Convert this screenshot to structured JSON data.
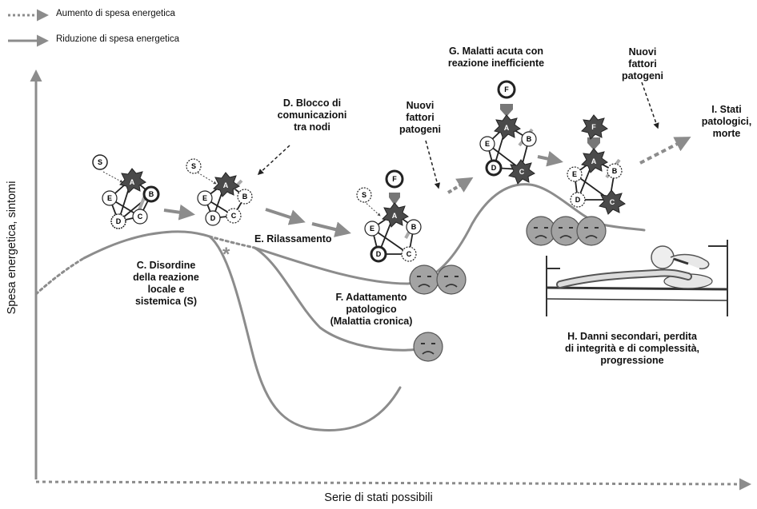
{
  "legend": {
    "increase": "Aumento di spesa energetica",
    "decrease": "Riduzione di spesa energetica"
  },
  "axes": {
    "y_label": "Spesa energetica, sintomi",
    "x_label": "Serie di stati possibili"
  },
  "labels": {
    "c": [
      "C. Disordine",
      "della reazione",
      "locale e",
      "sistemica (S)"
    ],
    "d": [
      "D. Blocco di",
      "comunicazioni",
      "tra nodi"
    ],
    "e": "E. Rilassamento",
    "f": [
      "F. Adattamento",
      "patologico",
      "(Malattia cronica)"
    ],
    "g": [
      "G. Malatti acuta con",
      "reazione inefficiente"
    ],
    "h": [
      "H. Danni secondari, perdita",
      "di integrità e di complessità,",
      "progressione"
    ],
    "i": [
      "I. Stati",
      "patologici,",
      "morte"
    ],
    "nuovi_1": [
      "Nuovi",
      "fattori",
      "patogeni"
    ],
    "nuovi_2": [
      "Nuovi",
      "fattori",
      "patogeni"
    ]
  },
  "nodes": {
    "s": "S",
    "a": "A",
    "b": "B",
    "c": "C",
    "d": "D",
    "e": "E",
    "f": "F"
  },
  "asterisk": "*",
  "colors": {
    "curve": "#8c8c8c",
    "face": "#a3a3a3",
    "text": "#111111"
  }
}
